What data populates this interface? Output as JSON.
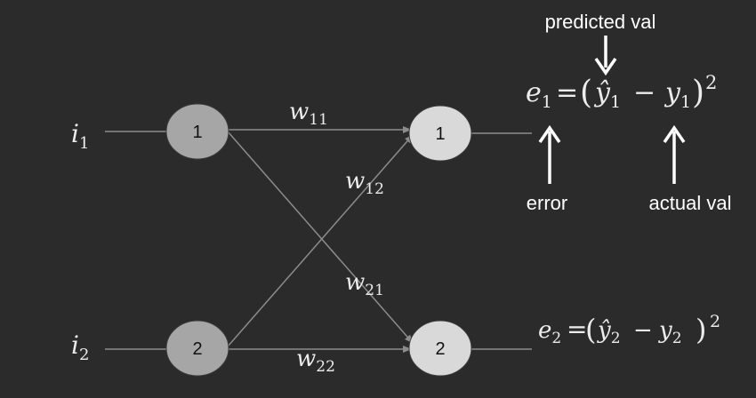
{
  "inputs": [
    {
      "base": "i",
      "sub": "1"
    },
    {
      "base": "i",
      "sub": "2"
    }
  ],
  "hidden_nodes": [
    "1",
    "2"
  ],
  "output_nodes": [
    "1",
    "2"
  ],
  "weights": {
    "w11": {
      "base": "w",
      "sub": "11"
    },
    "w12": {
      "base": "w",
      "sub": "12"
    },
    "w21": {
      "base": "w",
      "sub": "21"
    },
    "w22": {
      "base": "w",
      "sub": "22"
    }
  },
  "equations": {
    "e1": {
      "lhs_base": "e",
      "lhs_sub": "1",
      "equals": "=",
      "open": "(",
      "pred_base": "ŷ",
      "pred_sub": "1",
      "minus": "−",
      "actual_base": "y",
      "actual_sub": "1",
      "close": ")",
      "power": "2"
    },
    "e2": {
      "lhs_base": "e",
      "lhs_sub": "2",
      "equals": "=",
      "open": "(",
      "pred_base": "ŷ",
      "pred_sub": "2",
      "minus": "−",
      "actual_base": "y",
      "actual_sub": "2",
      "close": ")",
      "power": "2"
    }
  },
  "annotations": {
    "predicted": "predicted val",
    "error": "error",
    "actual": "actual val"
  },
  "colors": {
    "background": "#2b2b2b",
    "hidden_node_fill": "#a6a6a6",
    "output_node_fill": "#d9d9d9",
    "line": "#8c8c8c",
    "text": "#ececec"
  }
}
